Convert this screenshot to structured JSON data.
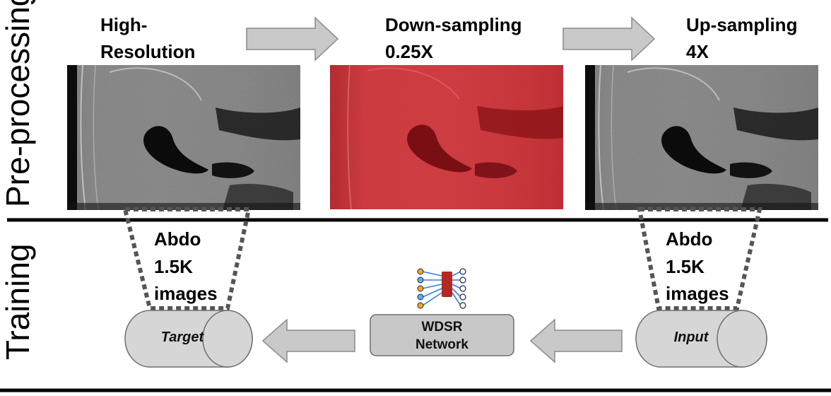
{
  "sections": {
    "preprocessing": "Pre-processing",
    "training": "Training"
  },
  "preprocessing": {
    "high_res_line1": "High-",
    "high_res_line2": "Resolution",
    "down_line1": "Down-sampling",
    "down_line2": "0.25X",
    "up_line1": "Up-sampling",
    "up_line2": "4X"
  },
  "training": {
    "target_dataset": {
      "line1": "Abdo",
      "line2": "1.5K",
      "line3": "images"
    },
    "input_dataset": {
      "line1": "Abdo",
      "line2": "1.5K",
      "line3": "images"
    },
    "target_label": "Target",
    "input_label": "Input",
    "network_line1": "WDSR",
    "network_line2": "Network"
  },
  "colors": {
    "arrow_fill": "#c9c9c9",
    "arrow_stroke": "#8a8a8a",
    "box_fill": "#c8c8c8",
    "cylinder_fill": "#d6d6d6",
    "red_tint": "#c0262b",
    "dotted": "#555555"
  }
}
